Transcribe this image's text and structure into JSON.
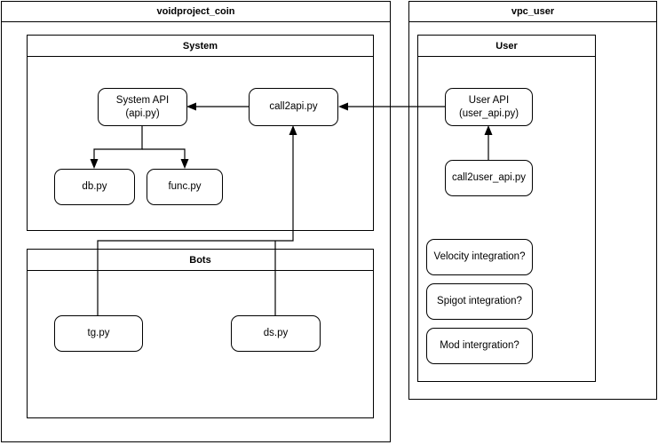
{
  "diagram": {
    "type": "architecture-flow-diagram",
    "background_color": "#ffffff",
    "stroke_color": "#000000"
  },
  "pools": [
    {
      "id": "voidproject_coin",
      "title": "voidproject_coin"
    },
    {
      "id": "vpc_user",
      "title": "vpc_user"
    }
  ],
  "lanes": [
    {
      "id": "system",
      "title": "System"
    },
    {
      "id": "bots",
      "title": "Bots"
    },
    {
      "id": "user",
      "title": "User"
    }
  ],
  "nodes": {
    "system_api": {
      "label_line1": "System API",
      "label_line2": "(api.py)"
    },
    "call2api": {
      "label_line1": "call2api.py",
      "label_line2": ""
    },
    "db": {
      "label_line1": "db.py",
      "label_line2": ""
    },
    "func": {
      "label_line1": "func.py",
      "label_line2": ""
    },
    "tg": {
      "label_line1": "tg.py",
      "label_line2": ""
    },
    "ds": {
      "label_line1": "ds.py",
      "label_line2": ""
    },
    "user_api": {
      "label_line1": "User API",
      "label_line2": "(user_api.py)"
    },
    "call2user_api": {
      "label_line1": "call2user_api.py",
      "label_line2": ""
    },
    "velocity": {
      "label_line1": "Velocity integration?",
      "label_line2": ""
    },
    "spigot": {
      "label_line1": "Spigot integration?",
      "label_line2": ""
    },
    "mod": {
      "label_line1": "Mod intergration?",
      "label_line2": ""
    }
  },
  "edges": [
    {
      "from": "call2api",
      "to": "system_api",
      "style": "arrow"
    },
    {
      "from": "user_api",
      "to": "call2api",
      "style": "arrow"
    },
    {
      "from": "system_api",
      "to": "db",
      "style": "arrow"
    },
    {
      "from": "system_api",
      "to": "func",
      "style": "arrow"
    },
    {
      "from": "call2user_api",
      "to": "user_api",
      "style": "arrow"
    },
    {
      "from": "tg",
      "to": "call2api",
      "style": "arrow"
    },
    {
      "from": "ds",
      "to": "call2api",
      "style": "arrow"
    }
  ]
}
